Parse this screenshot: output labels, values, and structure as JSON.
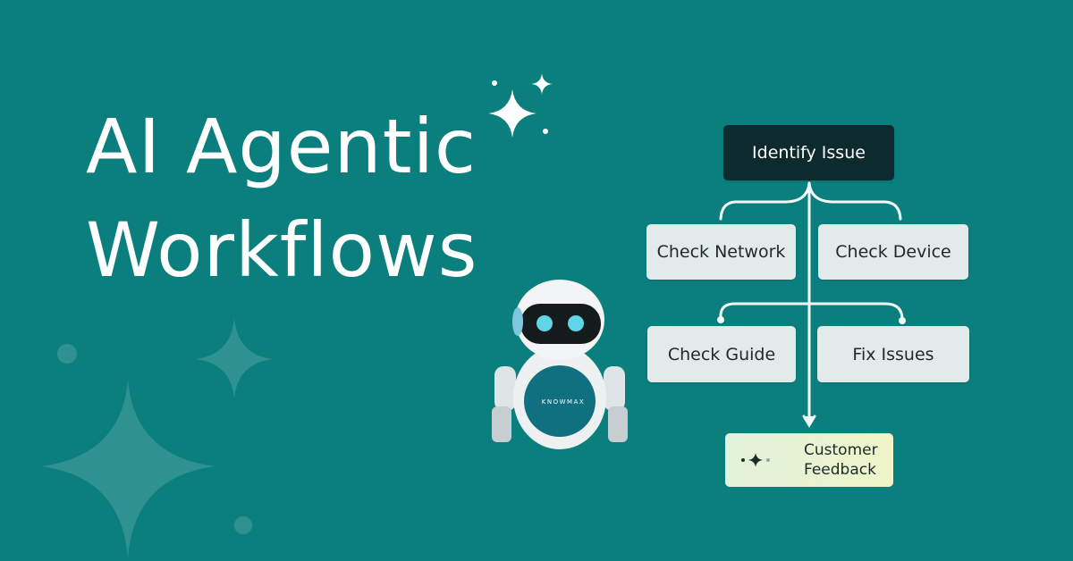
{
  "title": {
    "line1": "AI Agentic",
    "line2": "Workflows"
  },
  "flow": {
    "root": "Identify Issue",
    "level1": [
      "Check Network",
      "Check Device"
    ],
    "level2": [
      "Check Guide",
      "Fix Issues"
    ],
    "end": {
      "line1": "Customer",
      "line2": "Feedback"
    }
  },
  "robot": {
    "brand": "KNOWMAX"
  },
  "colors": {
    "background": "#0b7f7d",
    "root_box": "#0d2a2f",
    "node_box": "#e3ebea"
  }
}
